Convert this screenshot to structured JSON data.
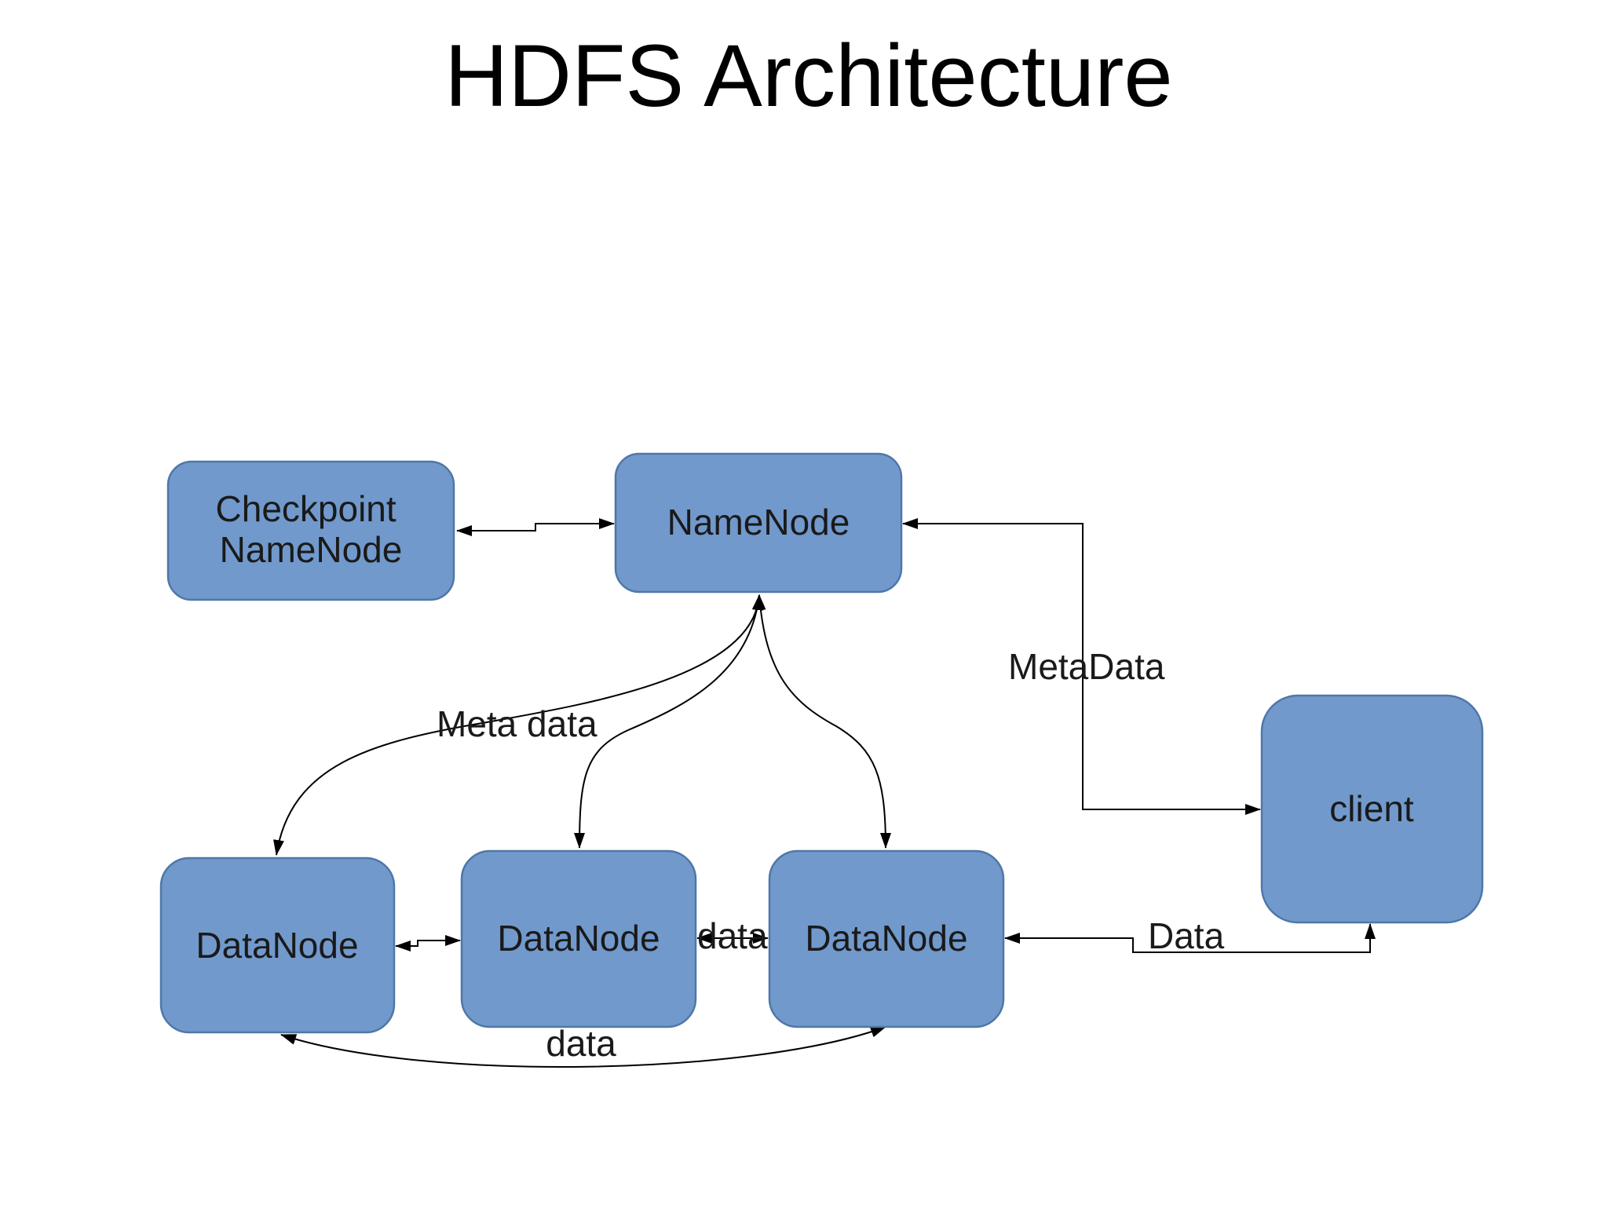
{
  "title": "HDFS Architecture",
  "colors": {
    "node_fill": "#7199cc",
    "node_stroke": "#4f77a8",
    "edge": "#000000",
    "text": "#1a1a1a",
    "background": "#ffffff"
  },
  "nodes": {
    "checkpoint": {
      "lines": [
        "Checkpoint",
        "NameNode"
      ]
    },
    "namenode": {
      "label": "NameNode"
    },
    "client": {
      "label": "client"
    },
    "datanode_1": {
      "label": "DataNode"
    },
    "datanode_2": {
      "label": "DataNode"
    },
    "datanode_3": {
      "label": "DataNode"
    }
  },
  "edge_labels": {
    "namenode_client": "MetaData",
    "namenode_datanodes": "Meta data",
    "datanode_2_3": "data",
    "datanode_3_client": "Data",
    "datanode_1_3": "data"
  },
  "edges": [
    {
      "from": "checkpoint",
      "to": "namenode",
      "direction": "both"
    },
    {
      "from": "namenode",
      "to": "client",
      "direction": "both",
      "label": "MetaData"
    },
    {
      "from": "namenode",
      "to": "datanode_1",
      "direction": "both",
      "label": "Meta data"
    },
    {
      "from": "namenode",
      "to": "datanode_2",
      "direction": "both"
    },
    {
      "from": "namenode",
      "to": "datanode_3",
      "direction": "both"
    },
    {
      "from": "datanode_1",
      "to": "datanode_2",
      "direction": "both"
    },
    {
      "from": "datanode_2",
      "to": "datanode_3",
      "direction": "both",
      "label": "data"
    },
    {
      "from": "datanode_3",
      "to": "client",
      "direction": "both",
      "label": "Data"
    },
    {
      "from": "datanode_1",
      "to": "datanode_3",
      "direction": "both",
      "label": "data"
    }
  ]
}
